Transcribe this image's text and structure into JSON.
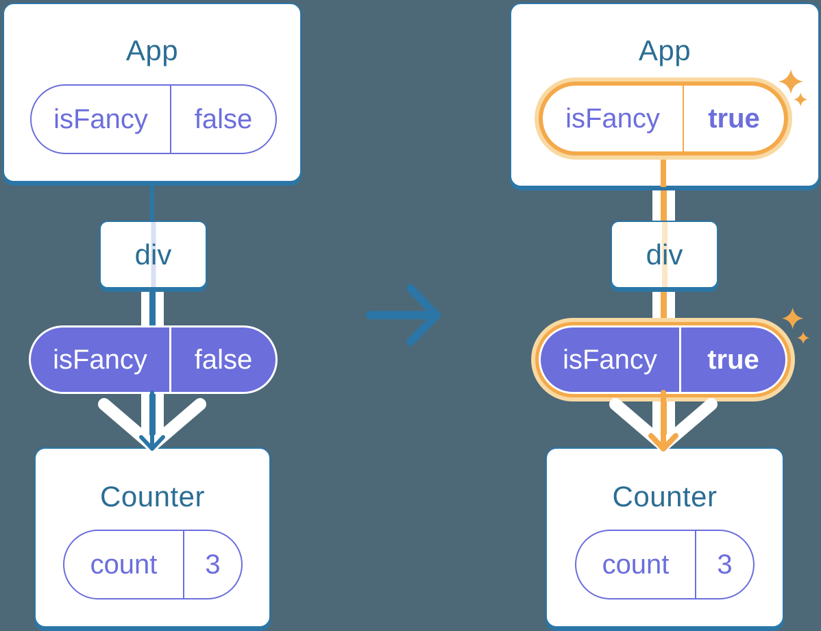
{
  "diagram_description": "Prop flow tree diagram shown twice: before and after a prop value change",
  "left_tree": {
    "app": {
      "title": "App",
      "prop_pill": {
        "name": "isFancy",
        "value": "false"
      }
    },
    "div_node": {
      "label": "div"
    },
    "passed_pill": {
      "name": "isFancy",
      "value": "false"
    },
    "counter": {
      "title": "Counter",
      "state_pill": {
        "name": "count",
        "value": "3"
      }
    }
  },
  "right_tree": {
    "app": {
      "title": "App",
      "prop_pill": {
        "name": "isFancy",
        "value": "true"
      }
    },
    "div_node": {
      "label": "div"
    },
    "passed_pill": {
      "name": "isFancy",
      "value": "true"
    },
    "counter": {
      "title": "Counter",
      "state_pill": {
        "name": "count",
        "value": "3"
      }
    }
  },
  "icons": {
    "transition_arrow": "right-arrow",
    "sparkle": "four-point-star"
  },
  "colors": {
    "background": "#4D6877",
    "card_fill": "#FFFFFF",
    "blue_line": "#2B76A6",
    "title_text": "#2B6D94",
    "purple": "#6B6EDB",
    "purple_trace": "#D7E0F4",
    "orange": "#F4A94A",
    "orange_halo": "#F9D9A2",
    "orange_trace": "#FBE7C6"
  }
}
